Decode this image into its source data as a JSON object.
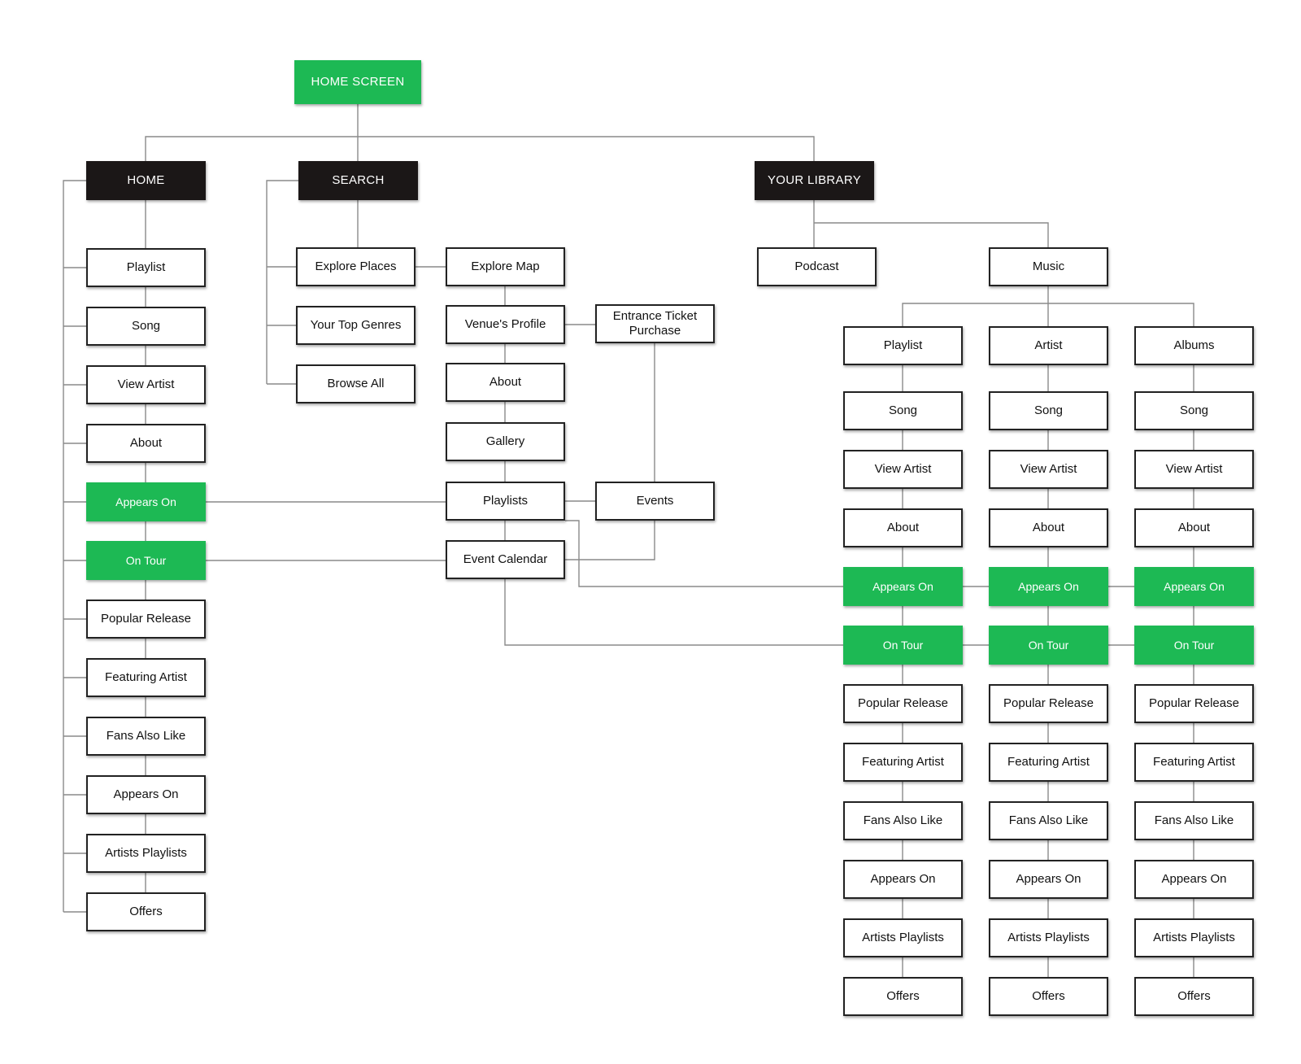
{
  "colors": {
    "accent": "#1db954",
    "dark": "#1b1717",
    "line": "#8a8a8a"
  },
  "root": {
    "label": "HOME SCREEN"
  },
  "home": {
    "label": "HOME",
    "items": [
      "Playlist",
      "Song",
      "View Artist",
      "About",
      "Appears On",
      "On Tour",
      "Popular Release",
      "Featuring Artist",
      "Fans Also Like",
      "Appears On",
      "Artists Playlists",
      "Offers"
    ]
  },
  "search": {
    "label": "SEARCH",
    "items": [
      "Explore Places",
      "Your Top Genres",
      "Browse All"
    ],
    "map": [
      "Explore Map",
      "Venue's Profile",
      "About",
      "Gallery",
      "Playlists",
      "Event Calendar"
    ],
    "ticket": "Entrance Ticket\nPurchase",
    "events": "Events"
  },
  "library": {
    "label": "YOUR LIBRARY",
    "podcast": "Podcast",
    "music": "Music",
    "columns": [
      {
        "title": "Playlist",
        "items": [
          "Song",
          "View Artist",
          "About",
          "Appears On",
          "On Tour",
          "Popular Release",
          "Featuring Artist",
          "Fans Also Like",
          "Appears On",
          "Artists Playlists",
          "Offers"
        ]
      },
      {
        "title": "Artist",
        "items": [
          "Song",
          "View Artist",
          "About",
          "Appears On",
          "On Tour",
          "Popular Release",
          "Featuring Artist",
          "Fans Also Like",
          "Appears On",
          "Artists Playlists",
          "Offers"
        ]
      },
      {
        "title": "Albums",
        "items": [
          "Song",
          "View Artist",
          "About",
          "Appears On",
          "On Tour",
          "Popular Release",
          "Featuring Artist",
          "Fans Also Like",
          "Appears On",
          "Artists Playlists",
          "Offers"
        ]
      }
    ]
  }
}
